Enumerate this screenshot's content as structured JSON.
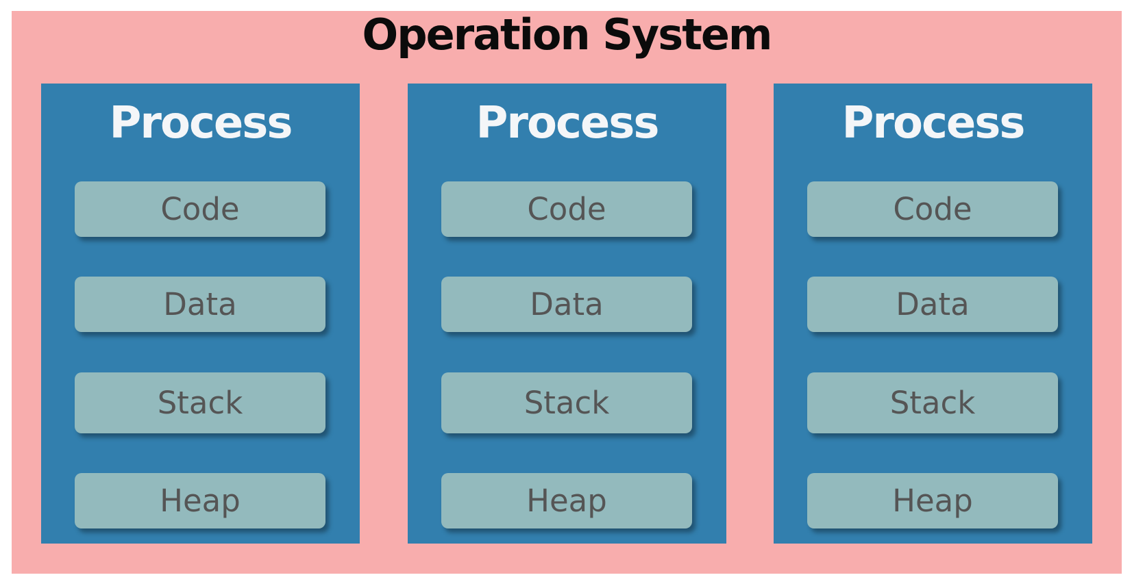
{
  "os": {
    "title": "Operation System"
  },
  "processes": [
    {
      "title": "Process",
      "segments": [
        "Code",
        "Data",
        "Stack",
        "Heap"
      ]
    },
    {
      "title": "Process",
      "segments": [
        "Code",
        "Data",
        "Stack",
        "Heap"
      ]
    },
    {
      "title": "Process",
      "segments": [
        "Code",
        "Data",
        "Stack",
        "Heap"
      ]
    }
  ],
  "colors": {
    "os_background": "#f8adad",
    "process_background": "#327fae",
    "segment_background": "#93babd",
    "segment_text": "#555555",
    "process_title_text": "#f4f6f8",
    "os_title_text": "#0b0b0b"
  }
}
